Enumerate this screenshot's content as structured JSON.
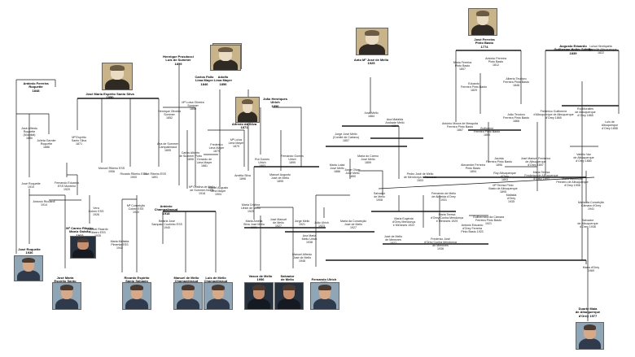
{
  "people": [
    {
      "id": "antonio-ferreira-roquette",
      "text": "António Ferreira\nRoquette\n1848",
      "bold": true
    },
    {
      "id": "jose-alfredo-roquette",
      "text": "José Alfredo\nRoquette\n(Mundial)\n1880",
      "bold": false
    },
    {
      "id": "julieta-garnier-roquette",
      "text": "Julieta Garnier\nRoquette\n1886",
      "bold": false
    },
    {
      "id": "jose-roquette-1910",
      "text": "José Roquette\n1910",
      "bold": false
    },
    {
      "id": "antonio-ricciardi",
      "text": "Antonio Ricciardi\n1914",
      "bold": false
    },
    {
      "id": "jose-roquette-1936",
      "text": "José Roquette\n1936",
      "bold": true
    },
    {
      "id": "jose-maria-espirito-santo-silva",
      "text": "José Maria Espírito Santo Silva\n1850",
      "bold": true
    },
    {
      "id": "henrique-prosdocci",
      "text": "Henrique Prosdocci\nLuís de Summer\n1859",
      "bold": true
    },
    {
      "id": "carlos-fallo-lima-mayer",
      "text": "Carlos Fallo\nLima Mayer\n1846",
      "bold": true
    },
    {
      "id": "adolfo-lima-mayer",
      "text": "Adolfo\nLima Mayer\n1856",
      "bold": true
    },
    {
      "id": "alfredo-da-silva",
      "text": "Alfredo da Silva\n1871",
      "bold": true
    },
    {
      "id": "joao-henriques-ulrich",
      "text": "João Henriques\nUlrich\n1856",
      "bold": true
    },
    {
      "id": "jose-de-mello",
      "text": "Anto Mª José de Mello\n1925",
      "bold": true
    },
    {
      "id": "jose-ferreira-pinto-basto",
      "text": "José Ferreira\nPinto Basto\n1774",
      "bold": true
    },
    {
      "id": "augusto-eduardo",
      "text": "Augusto Eduardo\nGuilherme Holter Schiffo\n1839",
      "bold": true
    },
    {
      "id": "luisa-henriqueta",
      "text": "Luísa Henriqueta\nLongueville Albuquerque\n1822",
      "bold": false
    },
    {
      "id": "maria-espirito-santo-silva",
      "text": "Mª Espírito\nSanto Silva\n1871",
      "bold": false
    },
    {
      "id": "manuel-ribeiro-ess",
      "text": "Manuel Ribeiro ESS\n1906",
      "bold": false
    },
    {
      "id": "ricardo-ribeiro-ess",
      "text": "Ricardo Ribeiro ESS\n1900",
      "bold": false
    },
    {
      "id": "jose-ribeiro-ess",
      "text": "José Ribeiro ESS\n1891",
      "bold": false
    },
    {
      "id": "fernando-eduardo-ess",
      "text": "Fernando Eduardo\nESS Monteiro\n1920",
      "bold": false
    },
    {
      "id": "vera-cohen-ess",
      "text": "Vera\nCohen ESS\n1926",
      "bold": false
    },
    {
      "id": "carmo-ribeiro",
      "text": "Mª Carmo Ribeiro\nMoniz Galvão\n1922",
      "bold": true
    },
    {
      "id": "manuel-ricardo-ess",
      "text": "Manuel Ricardo\nRibeiro ESS\n1935",
      "bold": false
    },
    {
      "id": "maria-mafalda-ess",
      "text": "Maria Mafalda\nPimenta ESS\n1942",
      "bold": false
    },
    {
      "id": "concei-cohen-ess",
      "text": "Mª Conceição\nCohen ESS\n1940",
      "bold": false
    },
    {
      "id": "beatriz-ess",
      "text": "Beatriz José\nSampaio Coutinho ESS\n1940",
      "bold": false
    },
    {
      "id": "antonio-champalimaud",
      "text": "António\nChampalimaud\n1918",
      "bold": true
    },
    {
      "id": "cristina-de-mello",
      "text": "Mª Cristina de Mello\nde Summer-Noble\n1918",
      "bold": false
    },
    {
      "id": "ana-summer",
      "text": "Ana de Summer\nCampalimaud\n1895",
      "bold": false
    },
    {
      "id": "carlos-alberto-summer",
      "text": "Carlos Alberto\nde Summer Porto\n1896",
      "bold": false
    },
    {
      "id": "luisa-oliveira-summer",
      "text": "Mª Luísa Oliveira\nSommer\n1850",
      "bold": false
    },
    {
      "id": "henrique-oliveira-sommer",
      "text": "Henrique Oliveira\nSommer\n1852",
      "bold": false
    },
    {
      "id": "gerardo-lima-mayer",
      "text": "Gerardo de\nLima Mayer\n1881",
      "bold": false
    },
    {
      "id": "frederico-lima-mayer",
      "text": "Frederico\nLima Mayer\n1879",
      "bold": false
    },
    {
      "id": "luisa-lima-mayer",
      "text": "Mª Luísa\nLima Mayer\n1879",
      "bold": false
    },
    {
      "id": "miguel-augusto-lima",
      "text": "Miguel Augusto\nLima Mayer\n1904",
      "bold": false
    },
    {
      "id": "amelia-silva",
      "text": "Amélia Silva\n1896",
      "bold": false
    },
    {
      "id": "rui-gomes-ulrich",
      "text": "Rui Gomes\nUlrich\n1883",
      "bold": false
    },
    {
      "id": "manuel-augusto-mello",
      "text": "Manuel Augusto\nJosé de Mello\n1895",
      "bold": false
    },
    {
      "id": "fernando-gomes-ulrich",
      "text": "Fernando Gomes\nUlrich\n1899",
      "bold": false
    },
    {
      "id": "maria-cristina-ulrich",
      "text": "Maria Cristina\nUlrich de Mello\n1925",
      "bold": false
    },
    {
      "id": "maria-amelia-mello",
      "text": "Maria Amélia\nSilva José Mello\n1921",
      "bold": false
    },
    {
      "id": "jose-manuel-mello",
      "text": "José Manuel\nde Mello\n1927",
      "bold": false
    },
    {
      "id": "jorge-mello",
      "text": "Jorge Mello\n1921",
      "bold": false
    },
    {
      "id": "joao-ulrich",
      "text": "João Ulrich\n1923",
      "bold": false
    },
    {
      "id": "ana-maria-ulrich",
      "text": "Ana Maria\nMello Ulrich\n1938",
      "bold": false
    },
    {
      "id": "manuel-alfredo-mello",
      "text": "Manuel Alfredo\nJosé de Mello\n1948",
      "bold": false
    },
    {
      "id": "jose-jose-mello",
      "text": "Jorge José Mello\n(Comité de Cartaxo)\n1857",
      "bold": false
    },
    {
      "id": "ana-mafalda",
      "text": "Ana Mafalda\nAndrade Mello\n1884",
      "bold": false
    },
    {
      "id": "maria-carmo-mello",
      "text": "Maria do Carmo\nJosé Mello\n1859",
      "bold": false
    },
    {
      "id": "jose-mello-1884",
      "text": "José Mello\n1884",
      "bold": false
    },
    {
      "id": "maria-luiza-mello",
      "text": "Maria Luiza\nJosé Mello\n1886",
      "bold": false
    },
    {
      "id": "jorge-oliver",
      "text": "Jorge Oliver\nJosé Mello\n1890",
      "bold": false
    },
    {
      "id": "pedro-jose-mello",
      "text": "Pedro José de Mello\nde Mendonça e Menezes\n1903",
      "bold": false
    },
    {
      "id": "salvador-mello-1908",
      "text": "Salvador\nde Mello\n1908",
      "bold": false
    },
    {
      "id": "fernando-mello-d-orey",
      "text": "Fernando de Mello\nde Almeida d'Orey\n1931",
      "bold": false
    },
    {
      "id": "maria-eugenia",
      "text": "Maria Eugénia\nd'Orey Mendonça\ne Menezes 1922",
      "bold": false
    },
    {
      "id": "maria-concei-mello",
      "text": "Maria da Conceição\nJosé de Mello\n1927",
      "bold": false
    },
    {
      "id": "jose-de-mello-1927",
      "text": "José de Mello\nde Menezes\n1927",
      "bold": false
    },
    {
      "id": "maria-teresa-orey",
      "text": "Maria Teresa\nd'Orey Cunha Mendonça\ne Menezes 1929",
      "bold": false
    },
    {
      "id": "frederico-orey",
      "text": "Frederico José\nd'Orey Cunha Mendonça\nde Menezes\n1936",
      "bold": false
    },
    {
      "id": "guilhermina-pinto-basto",
      "text": "Guilhermina da Câmara\nFerreira Pinto Basto\n1921",
      "bold": false
    },
    {
      "id": "antonio-eduardo-orey",
      "text": "António Eduardo\nd'Orey Ferreira\nPinto Basto 1923",
      "bold": false
    },
    {
      "id": "mafalda-orey",
      "text": "Mafalda\nd'Orey\n1935",
      "bold": false
    },
    {
      "id": "maria-teresa-pinto",
      "text": "Mª Teresa Pinto\nBasto de Albuquerque\n1895",
      "bold": false
    },
    {
      "id": "maria-ferreira-pinto",
      "text": "Maria Ferreira\nPinto Basto\n1807",
      "bold": false
    },
    {
      "id": "eduardo-pinto-basto",
      "text": "Eduardo\nFerreira Pinto Basto\n1829",
      "bold": false
    },
    {
      "id": "antonio-pinto-basto",
      "text": "António Ferreira\nPinto Basto\n1812",
      "bold": false
    },
    {
      "id": "alberto-pinto-basto",
      "text": "Alberto Teodoro\nFerreira Pinto Basto\n1848",
      "bold": false
    },
    {
      "id": "antonio-moura",
      "text": "António Moura de Mesquita\nFerreira Pinto Basto\n1867",
      "bold": false
    },
    {
      "id": "joao-teodoro",
      "text": "João Teodoro\nFerreira Pinto Basto\n1866",
      "bold": false
    },
    {
      "id": "guilherme-pinto-basto",
      "text": "Guilherme\nFerreira Pinto Basto\n1864",
      "bold": false
    },
    {
      "id": "jacinta-pinto-basto",
      "text": "Jacinta\nFerreira Pinto Basto\n1896",
      "bold": false
    },
    {
      "id": "alexandre-pinto-basto",
      "text": "Alexandre Ferreira\nPinto Basto\n1894",
      "bold": false
    },
    {
      "id": "jose-manuel-frederico",
      "text": "José Manuel Frederico\nde Albuquerque\nd'Orey 1897",
      "bold": false
    },
    {
      "id": "maria-teresa-frederico",
      "text": "Maria Teresa\nFrederico de Albuquerque\nd'Orey 1893",
      "bold": false
    },
    {
      "id": "ruy-albuquerque",
      "text": "Ruy Albuquerque\nd'Orey\n1893",
      "bold": false
    },
    {
      "id": "frederico-guilherme",
      "text": "Frederico Guilherme\nd'Albuquerque de Albuquerque\nd'Orey 1865",
      "bold": false
    },
    {
      "id": "rui-moralles",
      "text": "Rui Moralles\nde Albuquerque\nd'Orey 1865",
      "bold": false
    },
    {
      "id": "luis-albuquerque",
      "text": "Luís de Albuquerque\nd'Orey 1858",
      "bold": false
    },
    {
      "id": "valerio-vaz",
      "text": "Valério Vaz\nde Albuquerque\nd'Orey 1880",
      "bold": false
    },
    {
      "id": "maria-assuncao",
      "text": "Maria Assunção\nPinheiro de Albuquerque\nd'Orey 1908",
      "bold": false
    },
    {
      "id": "maria-conceicao-camara",
      "text": "Maria da Conceição\nCâmara d'Orey\n1941",
      "bold": false
    },
    {
      "id": "salvador-albuquerque",
      "text": "Salvador\nde Albuquerque\nd'Orey 1938",
      "bold": false
    },
    {
      "id": "maria-orey",
      "text": "Maria d'Orey\n1969",
      "bold": false
    },
    {
      "id": "duarte-maia",
      "text": "Duarte Maia\nde Albuquerque\nd'Orey 1977",
      "bold": true
    },
    {
      "id": "jose-maria-ess-ricciardi",
      "text": "José Maria\nEspírito Santo\nRicciardi\n1954",
      "bold": true
    },
    {
      "id": "ricardo-espirito-santo",
      "text": "Ricardo Espírito\nSanto Salgado\n1944",
      "bold": true
    },
    {
      "id": "manuel-mello-champalimaud",
      "text": "Manuel de Mello\nChampalimaud\n1946",
      "bold": true
    },
    {
      "id": "luis-mello-champalimaud",
      "text": "Luís de Mello\nChampalimaud\n1951",
      "bold": true
    },
    {
      "id": "vasco-de-mello",
      "text": "Vasco de Mello\n1956",
      "bold": true
    },
    {
      "id": "salvador-de-mello",
      "text": "Salvador\nde Mello\n1963",
      "bold": true
    },
    {
      "id": "fernando-ulrich",
      "text": "Fernando Ulrich\n1952",
      "bold": true
    }
  ],
  "photos": [
    {
      "id": "antonio-roquette-portrait",
      "style": "modern"
    },
    {
      "id": "jose-maria-ess-portrait",
      "style": "sepia"
    },
    {
      "id": "henrique-prosdocci-portrait",
      "style": "sepia"
    },
    {
      "id": "adolfo-lima-mayer-portrait",
      "style": "sepia"
    },
    {
      "id": "alfredo-da-silva-portrait",
      "style": "sepia"
    },
    {
      "id": "jose-de-mello-portrait",
      "style": "sepia"
    },
    {
      "id": "jose-ferreira-pinto-basto-portrait",
      "style": "sepia"
    },
    {
      "id": "carmo-ribeiro-portrait",
      "style": "dark"
    },
    {
      "id": "jose-maria-ricciardi-portrait",
      "style": "modern"
    },
    {
      "id": "ricardo-salgado-portrait",
      "style": "modern"
    },
    {
      "id": "manuel-champalimaud-portrait",
      "style": "modern"
    },
    {
      "id": "luis-champalimaud-portrait",
      "style": "modern"
    },
    {
      "id": "vasco-de-mello-portrait",
      "style": "dark"
    },
    {
      "id": "salvador-de-mello-portrait",
      "style": "dark"
    },
    {
      "id": "fernando-ulrich-portrait",
      "style": "modern"
    },
    {
      "id": "duarte-maia-portrait",
      "style": "modern"
    }
  ],
  "colors": {
    "line": "#1a1a1a",
    "text": "#222222",
    "sepia_bg": "#c9b48a",
    "sepia_face": "#e9dcc2",
    "sepia_body": "#2f2a24",
    "modern_bg": "#8fa6b7",
    "modern_face": "#d8a987",
    "modern_body": "#2f3b4d",
    "dark_bg": "#273241",
    "dark_face": "#c98f6c",
    "dark_body": "#151a22"
  }
}
